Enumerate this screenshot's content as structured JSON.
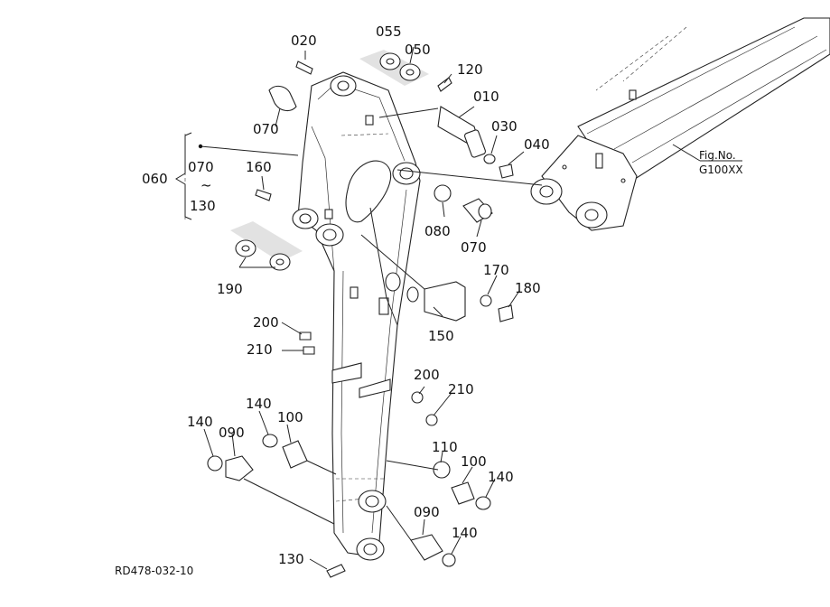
{
  "drawing_code": "RD478-032-10",
  "figure_ref": {
    "line1": "Fig.No.",
    "line2": "G100XX"
  },
  "group": {
    "number": "060",
    "range_start": "070",
    "range_sep": "~",
    "range_end": "130"
  },
  "callouts": {
    "p020": "020",
    "p055": "055",
    "p050": "050",
    "p120": "120",
    "p010": "010",
    "p030": "030",
    "p040": "040",
    "p070a": "070",
    "p160": "160",
    "p080": "080",
    "p070b": "070",
    "p170": "170",
    "p180": "180",
    "p190": "190",
    "p150": "150",
    "p200a": "200",
    "p210a": "210",
    "p200b": "200",
    "p210b": "210",
    "p140a": "140",
    "p100a": "100",
    "p090a": "090",
    "p110": "110",
    "p100b": "100",
    "p140b": "140",
    "p090b": "090",
    "p140c": "140",
    "p130": "130"
  }
}
